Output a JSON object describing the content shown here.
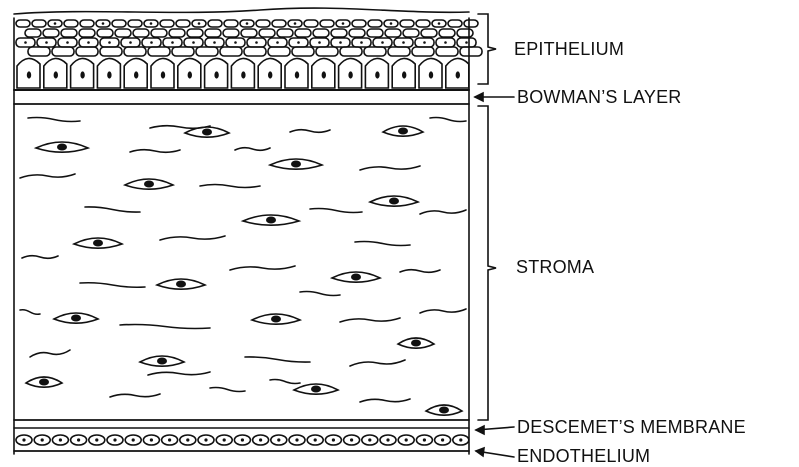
{
  "diagram": {
    "labels": {
      "epithelium": "EPITHELIUM",
      "bowmans_layer": "BOWMAN’S LAYER",
      "stroma": "STROMA",
      "descemets_membrane": "DESCEMET’S MEMBRANE",
      "endothelium": "ENDOTHELIUM"
    },
    "colors": {
      "ink": "#111111",
      "background": "#ffffff"
    },
    "icons": {
      "pointer": "left-arrow-icon",
      "bracket": "right-brace-icon",
      "cell": "nucleated-cell-icon",
      "keratocyte": "keratocyte-eye-icon"
    }
  }
}
